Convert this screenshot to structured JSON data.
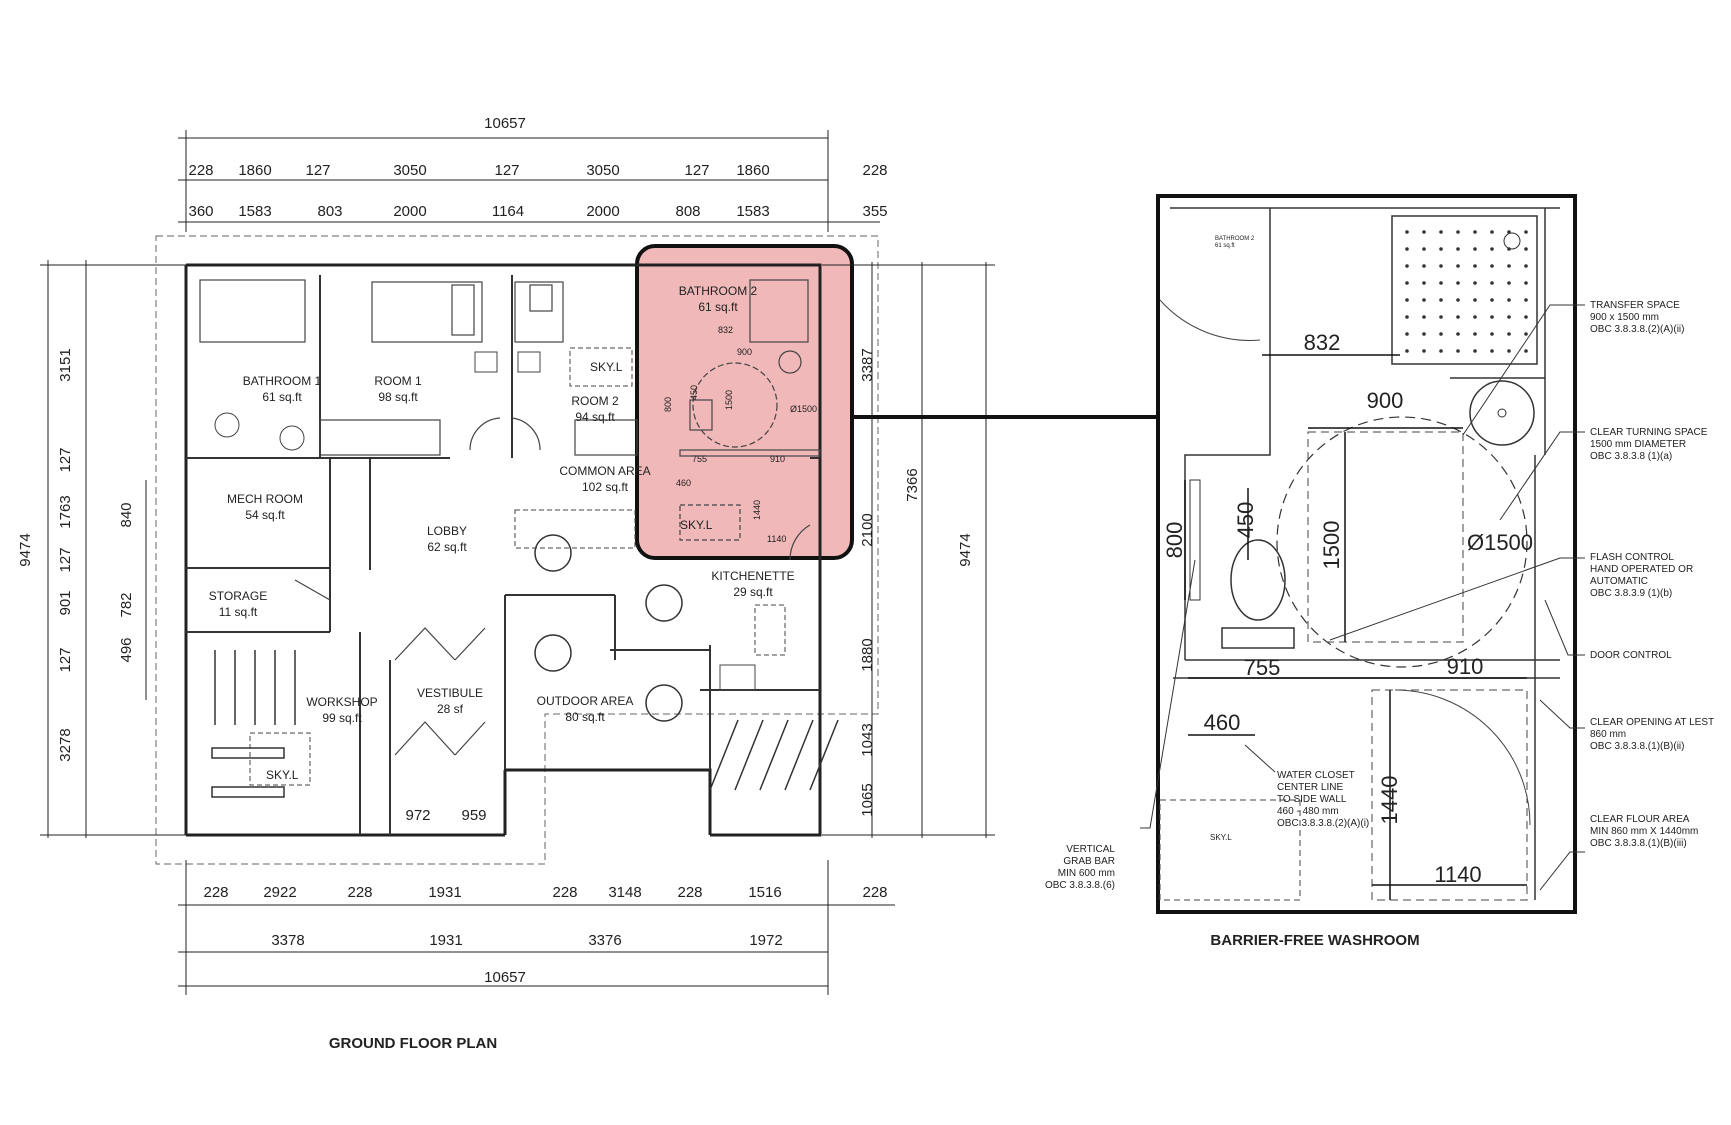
{
  "titles": {
    "ground_floor_plan": "GROUND FLOOR PLAN",
    "barrier_free_washroom": "BARRIER-FREE WASHROOM"
  },
  "plan": {
    "dims_top_total": "10657",
    "dims_top_row1": [
      "228",
      "1860",
      "127",
      "3050",
      "127",
      "3050",
      "127",
      "1860",
      "228"
    ],
    "dims_top_row2": [
      "360",
      "1583",
      "803",
      "2000",
      "1164",
      "2000",
      "808",
      "1583",
      "355"
    ],
    "dims_left_outer": "9474",
    "dims_left": [
      "3151",
      "127",
      "1763",
      "127",
      "901",
      "127",
      "3278"
    ],
    "dims_left_inner": [
      "840",
      "782",
      "496"
    ],
    "dims_right": [
      "3387",
      "2100",
      "1880",
      "1043",
      "1065"
    ],
    "dims_right_total": "7366",
    "dims_right_outer": "9474",
    "dims_bottom_row1": [
      "228",
      "2922",
      "228",
      "1931",
      "228",
      "3148",
      "228",
      "1516",
      "228"
    ],
    "dims_bottom_row2": [
      "3378",
      "1931",
      "3376",
      "1972"
    ],
    "dims_bottom_total": "10657",
    "dims_vestibule": [
      "972",
      "959"
    ],
    "rooms": [
      {
        "name": "BATHROOM 1",
        "area": "61 sq.ft"
      },
      {
        "name": "ROOM 1",
        "area": "98 sq.ft"
      },
      {
        "name": "ROOM 2",
        "area": "94 sq.ft"
      },
      {
        "name": "BATHROOM 2",
        "area": "61 sq.ft"
      },
      {
        "name": "MECH ROOM",
        "area": "54 sq.ft"
      },
      {
        "name": "LOBBY",
        "area": "62 sq.ft"
      },
      {
        "name": "COMMON AREA",
        "area": "102 sq.ft"
      },
      {
        "name": "STORAGE",
        "area": "11 sq.ft"
      },
      {
        "name": "KITCHENETTE",
        "area": "29 sq.ft"
      },
      {
        "name": "WORKSHOP",
        "area": "99 sq.ft"
      },
      {
        "name": "VESTIBULE",
        "area": "28 sf"
      },
      {
        "name": "OUTDOOR AREA",
        "area": "80 sq.ft"
      }
    ],
    "skylights": [
      "SKY.L",
      "SKY.L",
      "SKY.L"
    ],
    "bath2_dims": [
      "832",
      "900",
      "450",
      "800",
      "1500",
      "Ø1500",
      "755",
      "910",
      "460",
      "1440",
      "1140"
    ],
    "highlight_color": "#f0b8b8"
  },
  "detail": {
    "room_label": "BATHROOM 2",
    "room_area": "61 sq.ft",
    "dims": {
      "d832": "832",
      "d900": "900",
      "d450": "450",
      "d800": "800",
      "d1500": "1500",
      "dia": "Ø1500",
      "d755": "755",
      "d910": "910",
      "d460": "460",
      "d1440": "1440",
      "d1140": "1140"
    },
    "skylight": "SKY.L",
    "notes": {
      "transfer": [
        "TRANSFER SPACE",
        "900 x 1500 mm",
        "OBC 3.8.3.8.(2)(A)(ii)"
      ],
      "turning": [
        "CLEAR TURNING SPACE",
        "1500 mm DIAMETER",
        "OBC 3.8.3.8 (1)(a)"
      ],
      "flash": [
        "FLASH CONTROL",
        "HAND OPERATED OR",
        "AUTOMATIC",
        "OBC 3.8.3.9 (1)(b)"
      ],
      "door_control": [
        "DOOR CONTROL"
      ],
      "opening": [
        "CLEAR OPENING AT LEST",
        "860 mm",
        "OBC 3.8.3.8.(1)(B)(ii)"
      ],
      "floor_area": [
        "CLEAR FLOUR AREA",
        "MIN 860 mm X 1440mm",
        "OBC 3.8.3.8.(1)(B)(iii)"
      ],
      "water_closet": [
        "WATER CLOSET",
        "CENTER LINE",
        "TO SIDE WALL",
        "460 - 480 mm",
        "OBC 3.8.3.8.(2)(A)(i)"
      ],
      "grab_bar": [
        "VERTICAL",
        "GRAB BAR",
        "MIN 600 mm",
        "OBC 3.8.3.8.(6)"
      ]
    }
  }
}
